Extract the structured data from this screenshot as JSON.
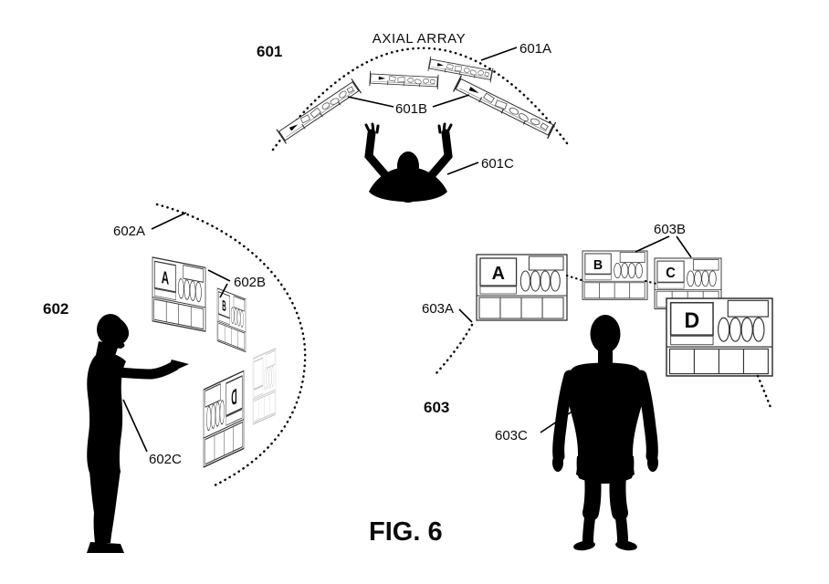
{
  "figure": {
    "caption": "FIG. 6"
  },
  "array_601": {
    "number": "601",
    "title": "AXIAL ARRAY",
    "callout_a": "601A",
    "callout_b": "601B",
    "callout_c": "601C"
  },
  "array_602": {
    "number": "602",
    "callout_a": "602A",
    "callout_b": "602B",
    "callout_c": "602C",
    "panel_a": "A",
    "panel_b": "B",
    "panel_d": "D"
  },
  "array_603": {
    "number": "603",
    "callout_a": "603A",
    "callout_b": "603B",
    "callout_c": "603C",
    "panel_a": "A",
    "panel_b": "B",
    "panel_c": "C",
    "panel_d": "D"
  },
  "colors": {
    "ink": "#000000",
    "panel_stroke": "#333333",
    "background": "#ffffff"
  }
}
